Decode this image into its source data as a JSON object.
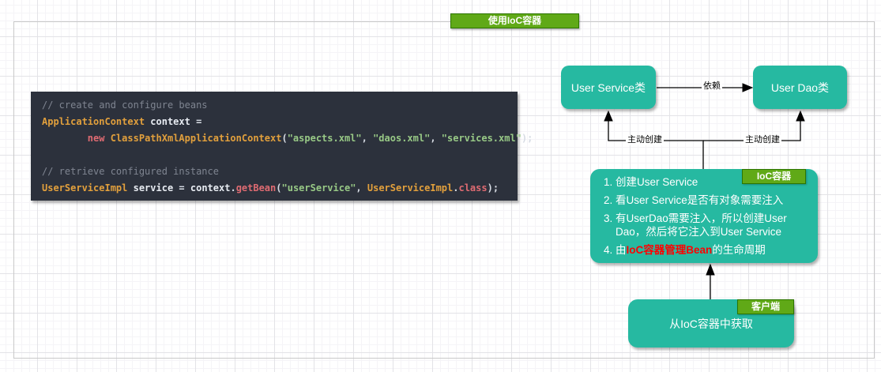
{
  "title": {
    "label": "使用IoC容器"
  },
  "code": {
    "lines": [
      {
        "tokens": [
          {
            "t": "// create and configure beans",
            "c": "comment"
          }
        ]
      },
      {
        "tokens": [
          {
            "t": "ApplicationContext",
            "c": "type"
          },
          {
            "t": " ",
            "c": "plain"
          },
          {
            "t": "context",
            "c": "var"
          },
          {
            "t": " =",
            "c": "plain"
          }
        ]
      },
      {
        "tokens": [
          {
            "t": "        ",
            "c": "plain"
          },
          {
            "t": "new",
            "c": "kw"
          },
          {
            "t": " ",
            "c": "plain"
          },
          {
            "t": "ClassPathXmlApplicationContext",
            "c": "type"
          },
          {
            "t": "(",
            "c": "plain"
          },
          {
            "t": "\"aspects.xml\"",
            "c": "str"
          },
          {
            "t": ", ",
            "c": "plain"
          },
          {
            "t": "\"daos.xml\"",
            "c": "str"
          },
          {
            "t": ", ",
            "c": "plain"
          },
          {
            "t": "\"services.xml\"",
            "c": "str"
          },
          {
            "t": ");",
            "c": "plain"
          }
        ]
      },
      {
        "tokens": []
      },
      {
        "tokens": [
          {
            "t": "// retrieve configured instance",
            "c": "comment"
          }
        ]
      },
      {
        "tokens": [
          {
            "t": "UserServiceImpl",
            "c": "type"
          },
          {
            "t": " ",
            "c": "plain"
          },
          {
            "t": "service",
            "c": "var"
          },
          {
            "t": " = ",
            "c": "plain"
          },
          {
            "t": "context",
            "c": "var"
          },
          {
            "t": ".",
            "c": "plain"
          },
          {
            "t": "getBean",
            "c": "kw"
          },
          {
            "t": "(",
            "c": "plain"
          },
          {
            "t": "\"userService\"",
            "c": "str"
          },
          {
            "t": ", ",
            "c": "plain"
          },
          {
            "t": "UserServiceImpl",
            "c": "type"
          },
          {
            "t": ".",
            "c": "plain"
          },
          {
            "t": "class",
            "c": "kw"
          },
          {
            "t": ");",
            "c": "plain"
          }
        ]
      }
    ]
  },
  "diagram": {
    "user_service_box": "User Service类",
    "user_dao_box": "User Dao类",
    "dep_label": "依赖",
    "create_left_label": "主动创建",
    "create_right_label": "主动创建",
    "ioc_tag": "IoC容器",
    "client_tag": "客户端",
    "client_box": "从IoC容器中获取",
    "steps": [
      {
        "text": "创建User Service"
      },
      {
        "text": "看User Service是否有对象需要注入"
      },
      {
        "text": "有UserDao需要注入，所以创建User Dao，然后将它注入到User Service"
      },
      {
        "pre": "由",
        "red": "IoC容器管理Bean",
        "post": "的生命周期"
      }
    ]
  },
  "colors": {
    "shape_teal": "#26b9a1",
    "label_green": "#60a917",
    "label_green_border": "#2d7600",
    "code_background": "#2c313c",
    "highlight_red": "#ff0000",
    "edge_black": "#000000"
  }
}
